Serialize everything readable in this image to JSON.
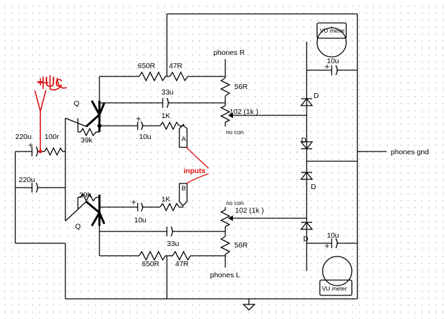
{
  "labels": {
    "phones_r": "phones R",
    "phones_l": "phones L",
    "phones_gnd": "phones gnd",
    "vu_meter_top": "VU meter",
    "vu_meter_bottom": "VU meter",
    "inputs": "inputs",
    "input_a": "A",
    "input_b": "B",
    "supply": "+Uc",
    "no_con_top": "no con",
    "no_con_bottom": "no con"
  },
  "components": {
    "r_650r_top": "650R",
    "r_47r_top": "47R",
    "r_650r_bottom": "650R",
    "r_47r_bottom": "47R",
    "r_56r_top": "56R",
    "r_56r_bottom": "56R",
    "r_1k_top": "1K",
    "r_1k_bottom": "1K",
    "r_39k_top": "39k",
    "r_39k_bottom": "39k",
    "r_100r": "100r",
    "c_33u_top": "33u",
    "c_33u_bottom": "33u",
    "c_10u_top": "10u",
    "c_10u_bottom": "10u",
    "c_220u_top": "220u",
    "c_220u_bottom": "220u",
    "c_10u_vu_top": "10u",
    "c_10u_vu_bottom": "10u",
    "pot_top": "102 (1k )",
    "pot_bottom": "102 (1k )",
    "q_top": "Q",
    "q_bottom": "Q",
    "d1": "D",
    "d2": "D",
    "d3": "D",
    "d4": "D"
  }
}
